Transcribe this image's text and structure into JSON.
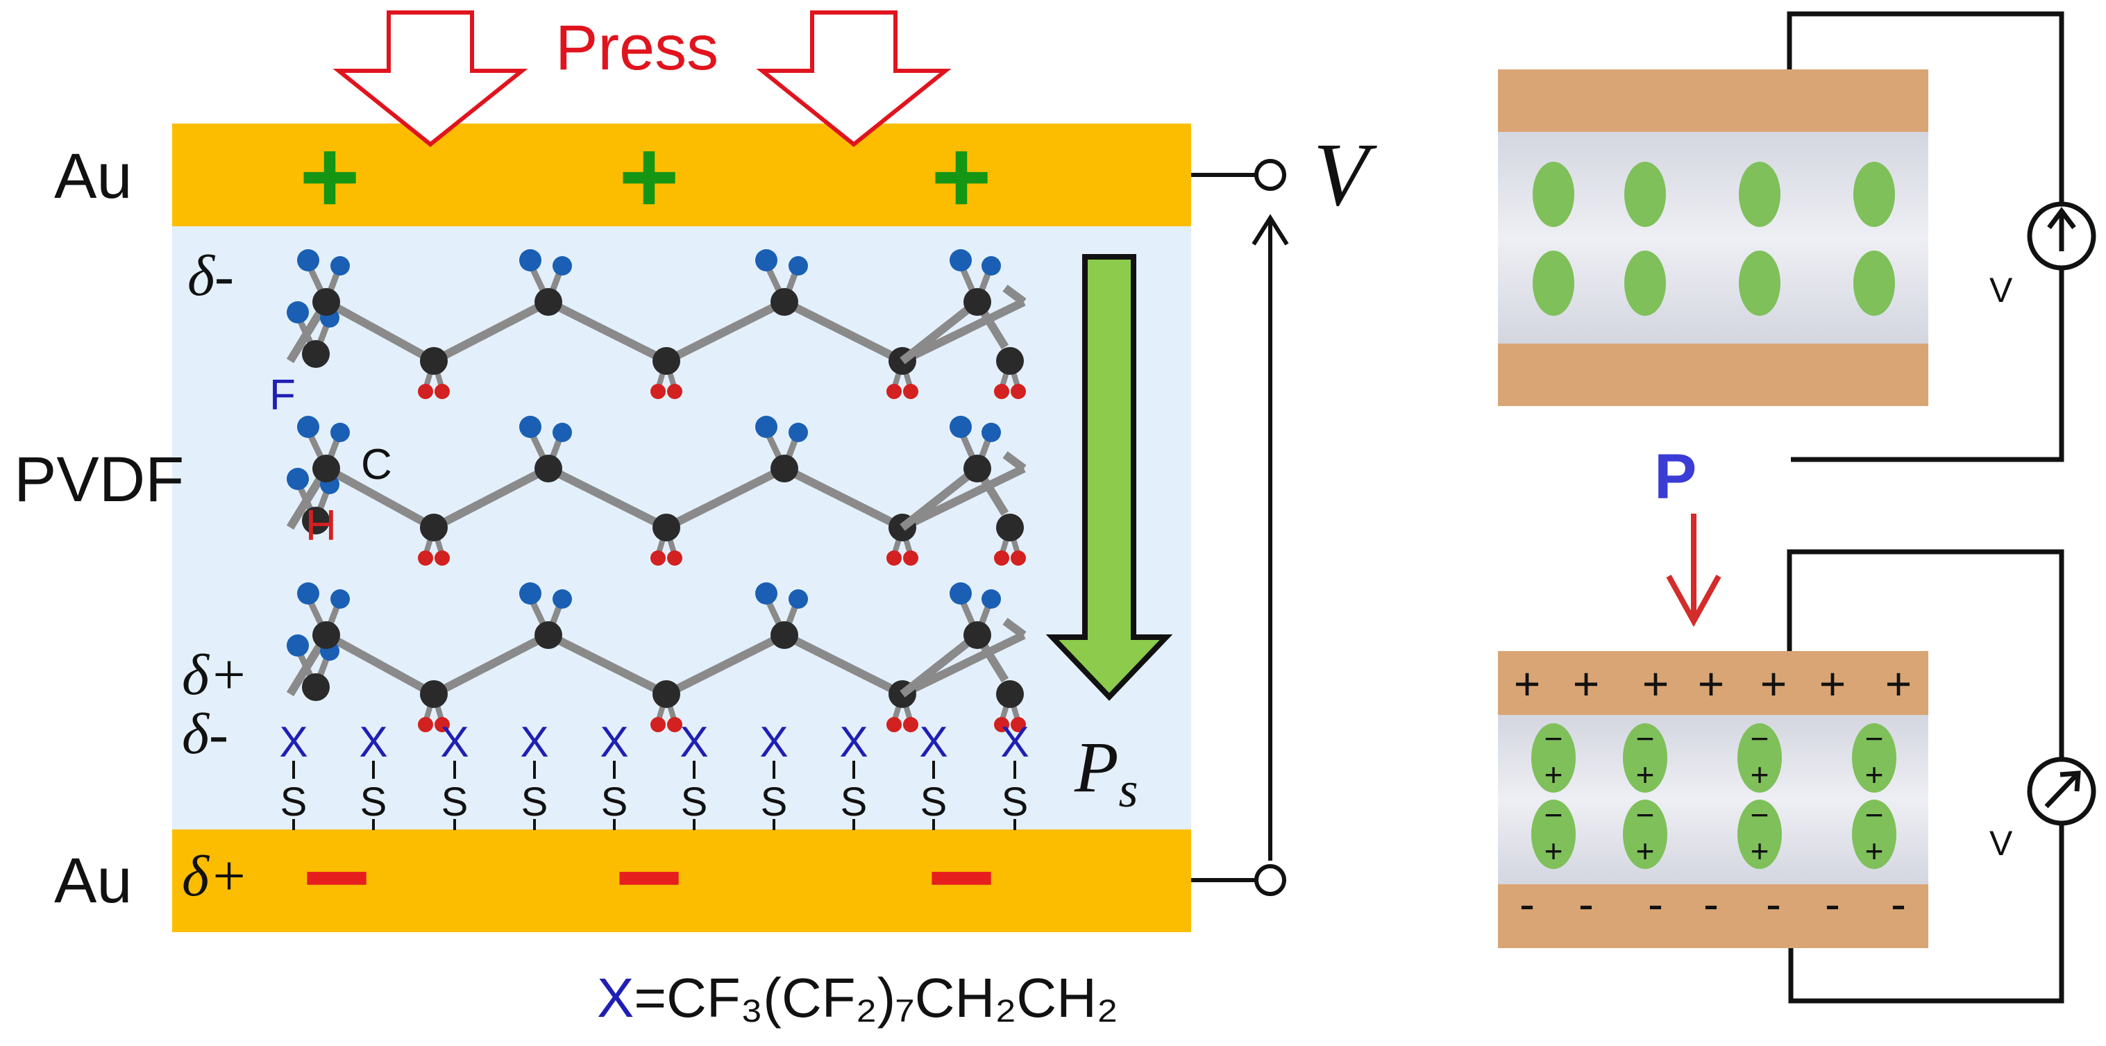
{
  "labels": {
    "press": "Press",
    "au_top": "Au",
    "au_bottom": "Au",
    "pvdf": "PVDF",
    "voltage": "V",
    "delta_minus_top": "δ-",
    "delta_plus_mid": "δ+",
    "delta_minus_mid": "δ-",
    "delta_plus_bottom": "δ+",
    "atom_f": "F",
    "atom_c": "C",
    "atom_h": "H",
    "polarization": "P",
    "polarization_sub": "s",
    "sam_x": "X",
    "sam_s": "S",
    "formula_x": "X",
    "formula_rest": "=CF₃(CF₂)₇CH₂CH₂",
    "pressure_p": "P",
    "meter_v_top": "V",
    "meter_v_bottom": "V"
  },
  "top_electrode_signs": [
    "+",
    "+",
    "+"
  ],
  "bottom_electrode_signs": [
    "−",
    "−",
    "−"
  ],
  "right_panel": {
    "plus_row": [
      "+",
      "+",
      "+",
      "+",
      "+",
      "+",
      "+"
    ],
    "minus_row": [
      "-",
      "-",
      "-",
      "-",
      "-",
      "-",
      "-"
    ],
    "dipole_signs": {
      "top": "−",
      "bottom": "+"
    }
  },
  "colors": {
    "gold": "#FCBD00",
    "film": "#E3F0FB",
    "arrow_red": "#E0141E",
    "plus_green": "#149614",
    "minus_red": "#E61E1E",
    "fluorine_blue": "#1A5FB4",
    "carbon": "#2a2a2a",
    "hydrogen_red": "#D32020",
    "polarization_green": "#8CCB4C",
    "label_blue": "#1F1FB4",
    "copper": "#D9A574",
    "gel": "#DCDDE6",
    "dipole_green": "#7FC05A",
    "p_blue": "#3B3BD6",
    "p_arrow_red": "#D42B2B"
  }
}
